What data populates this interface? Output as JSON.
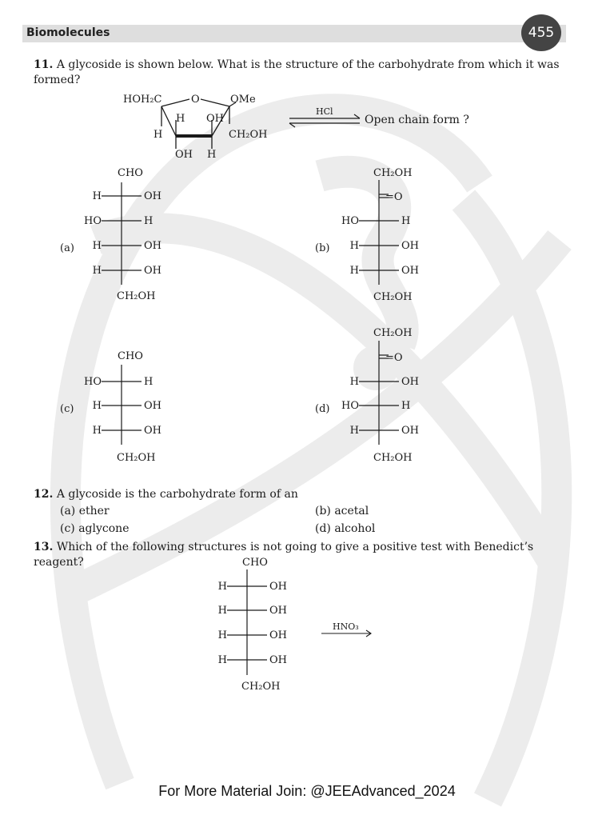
{
  "header": {
    "running_head": "Biomolecules",
    "page_number": "455"
  },
  "q11": {
    "number": "11.",
    "text": "A glycoside is shown below. What is the structure of the carbohydrate from which it was formed?",
    "ring": {
      "hoh2c": "HOH₂C",
      "o": "O",
      "ome": "OMe",
      "h_left": "H",
      "h_top": "H",
      "oh_top": "OH",
      "ch2oh": "CH₂OH",
      "oh_bottom": "OH",
      "h_bottom": "H"
    },
    "reaction": {
      "reagent": "HCl",
      "product": "Open chain form ?"
    },
    "options": {
      "a": {
        "label": "(a)",
        "top": "CHO",
        "rows": [
          [
            "H",
            "OH"
          ],
          [
            "HO",
            "H"
          ],
          [
            "H",
            "OH"
          ],
          [
            "H",
            "OH"
          ]
        ],
        "bottom": "CH₂OH"
      },
      "b": {
        "label": "(b)",
        "top": "CH₂OH",
        "keto": "=O",
        "rows": [
          [
            "HO",
            "H"
          ],
          [
            "H",
            "OH"
          ],
          [
            "H",
            "OH"
          ]
        ],
        "bottom": "CH₂OH"
      },
      "c": {
        "label": "(c)",
        "top": "CHO",
        "rows": [
          [
            "HO",
            "H"
          ],
          [
            "H",
            "OH"
          ],
          [
            "H",
            "OH"
          ]
        ],
        "bottom": "CH₂OH"
      },
      "d": {
        "label": "(d)",
        "top": "CH₂OH",
        "keto": "=O",
        "rows": [
          [
            "H",
            "OH"
          ],
          [
            "HO",
            "H"
          ],
          [
            "H",
            "OH"
          ]
        ],
        "bottom": "CH₂OH"
      }
    }
  },
  "q12": {
    "number": "12.",
    "text": "A glycoside is the carbohydrate form of an",
    "options": {
      "a": "(a)  ether",
      "b": "(b)  acetal",
      "c": "(c)  aglycone",
      "d": "(d)  alcohol"
    }
  },
  "q13": {
    "number": "13.",
    "text": "Which of the following structures is not going to give a positive test with Benedict’s reagent?",
    "fischer": {
      "top": "CHO",
      "rows": [
        [
          "H",
          "OH"
        ],
        [
          "H",
          "OH"
        ],
        [
          "H",
          "OH"
        ],
        [
          "H",
          "OH"
        ]
      ],
      "bottom": "CH₂OH"
    },
    "reagent": "HNO₃"
  },
  "footer": {
    "text": "For More Material Join: @JEEAdvanced_2024"
  },
  "colors": {
    "header_band": "#dedede",
    "badge": "#444444",
    "watermark": "#ececec"
  }
}
